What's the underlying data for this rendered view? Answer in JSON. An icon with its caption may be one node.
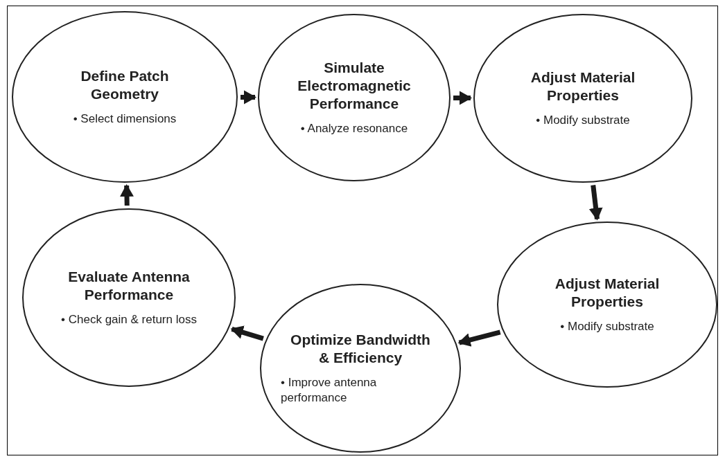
{
  "diagram": {
    "nodes": [
      {
        "text": [
          "Define Patch Geometry",
          "• Select dimensions"
        ]
      },
      {
        "text": [
          "Simulate Electromagnetic Performance",
          "• Analyze resonance"
        ]
      },
      {
        "text": [
          "Adjust Material Properties",
          "• Modify substrate"
        ]
      },
      {
        "text": [
          "Adjust Material Properties",
          "• Modify substrate"
        ]
      },
      {
        "text": [
          "Optimize Bandwidth & Efficiency",
          "• Improve antenna performance"
        ]
      },
      {
        "text": [
          "Evaluate Antenna Performance",
          "• Check gain & return loss"
        ]
      }
    ],
    "edges": [
      {
        "from": 0,
        "to": 1,
        "arrow": "to"
      },
      {
        "from": 1,
        "to": 2,
        "arrow": "to"
      },
      {
        "from": 2,
        "to": 3,
        "arrow": "to"
      },
      {
        "from": 3,
        "to": 4,
        "arrow": "to"
      },
      {
        "from": 4,
        "to": 5,
        "arrow": "to"
      },
      {
        "from": 5,
        "to": 0,
        "arrow": "to"
      }
    ]
  }
}
